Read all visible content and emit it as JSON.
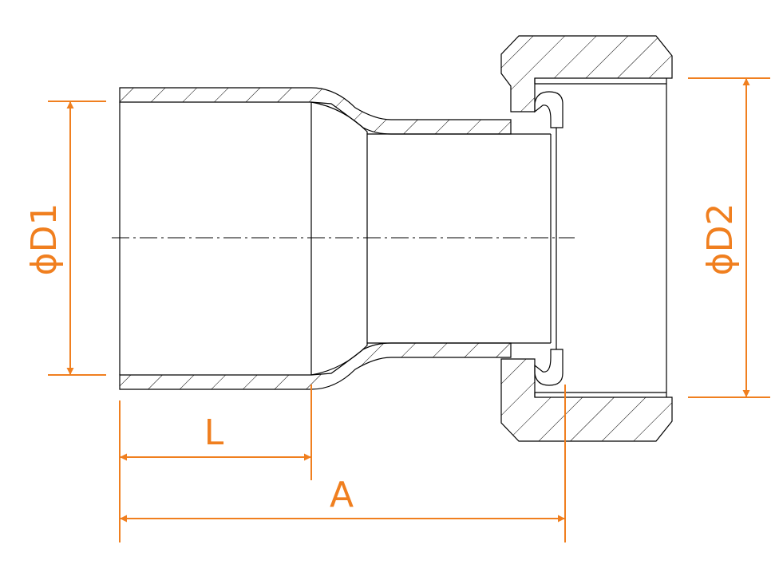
{
  "colors": {
    "dimension": "#f07f1f",
    "outline": "#000000",
    "background": "#ffffff"
  },
  "labels": {
    "d1": "ϕD1",
    "d2": "ϕD2",
    "l": "L",
    "a": "A"
  }
}
